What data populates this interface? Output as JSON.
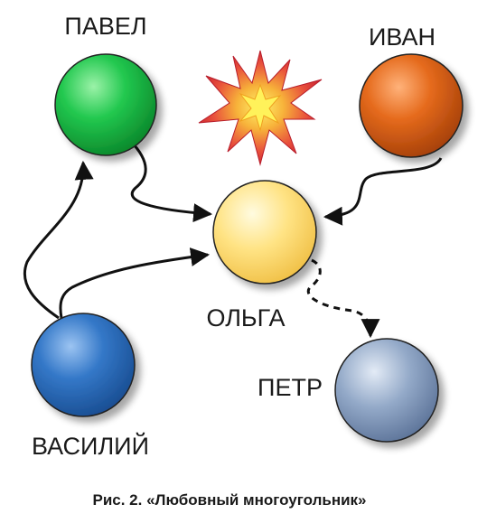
{
  "diagram": {
    "caption": "Рис. 2. «Любовный многоугольник»",
    "nodes": {
      "pavel": {
        "label": "ПАВЕЛ",
        "color": "#1dc24a"
      },
      "ivan": {
        "label": "ИВАН",
        "color": "#e0661a"
      },
      "olga": {
        "label": "ОЛЬГА",
        "color": "#ffe07a"
      },
      "vasiliy": {
        "label": "ВАСИЛИЙ",
        "color": "#2f72c2"
      },
      "petr": {
        "label": "ПЕТР",
        "color": "#8aa2c4"
      }
    },
    "edges": [
      {
        "from": "pavel",
        "to": "olga",
        "style": "solid"
      },
      {
        "from": "ivan",
        "to": "olga",
        "style": "solid"
      },
      {
        "from": "vasiliy",
        "to": "pavel",
        "style": "solid"
      },
      {
        "from": "vasiliy",
        "to": "olga",
        "style": "solid"
      },
      {
        "from": "olga",
        "to": "petr",
        "style": "dashed"
      }
    ],
    "conflict_icon": "explosion-icon"
  }
}
